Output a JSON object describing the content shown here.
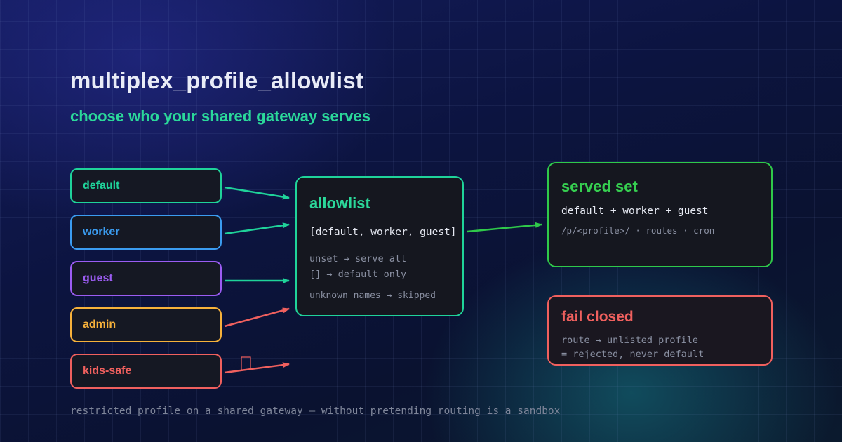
{
  "title": "multiplex_profile_allowlist",
  "subtitle": "choose who your shared gateway serves",
  "profiles": [
    {
      "label": "default",
      "color": "#1fd39a"
    },
    {
      "label": "worker",
      "color": "#3b9cf0"
    },
    {
      "label": "guest",
      "color": "#9b5cf2"
    },
    {
      "label": "admin",
      "color": "#f6b13b"
    },
    {
      "label": "kids-safe",
      "color": "#f0605e"
    }
  ],
  "allowlist": {
    "title": "allowlist",
    "value": "[default, worker, guest]",
    "note_unset": "unset → serve all",
    "note_empty": "[] → default only",
    "note_unknown": "unknown names → skipped",
    "color": "#1fd39a"
  },
  "served": {
    "title": "served set",
    "members": "default + worker + guest",
    "routes": "/p/<profile>/ · routes · cron",
    "color": "#2fc94a"
  },
  "fail": {
    "title": "fail closed",
    "line1": "route → unlisted profile",
    "line2": "= rejected, never default",
    "color": "#f0605e"
  },
  "colors": {
    "allowed_arrow": "#1fd39a",
    "rejected_arrow": "#f0605e",
    "served_arrow": "#2fc94a"
  },
  "footer": "restricted profile on a shared gateway — without pretending routing is a sandbox"
}
